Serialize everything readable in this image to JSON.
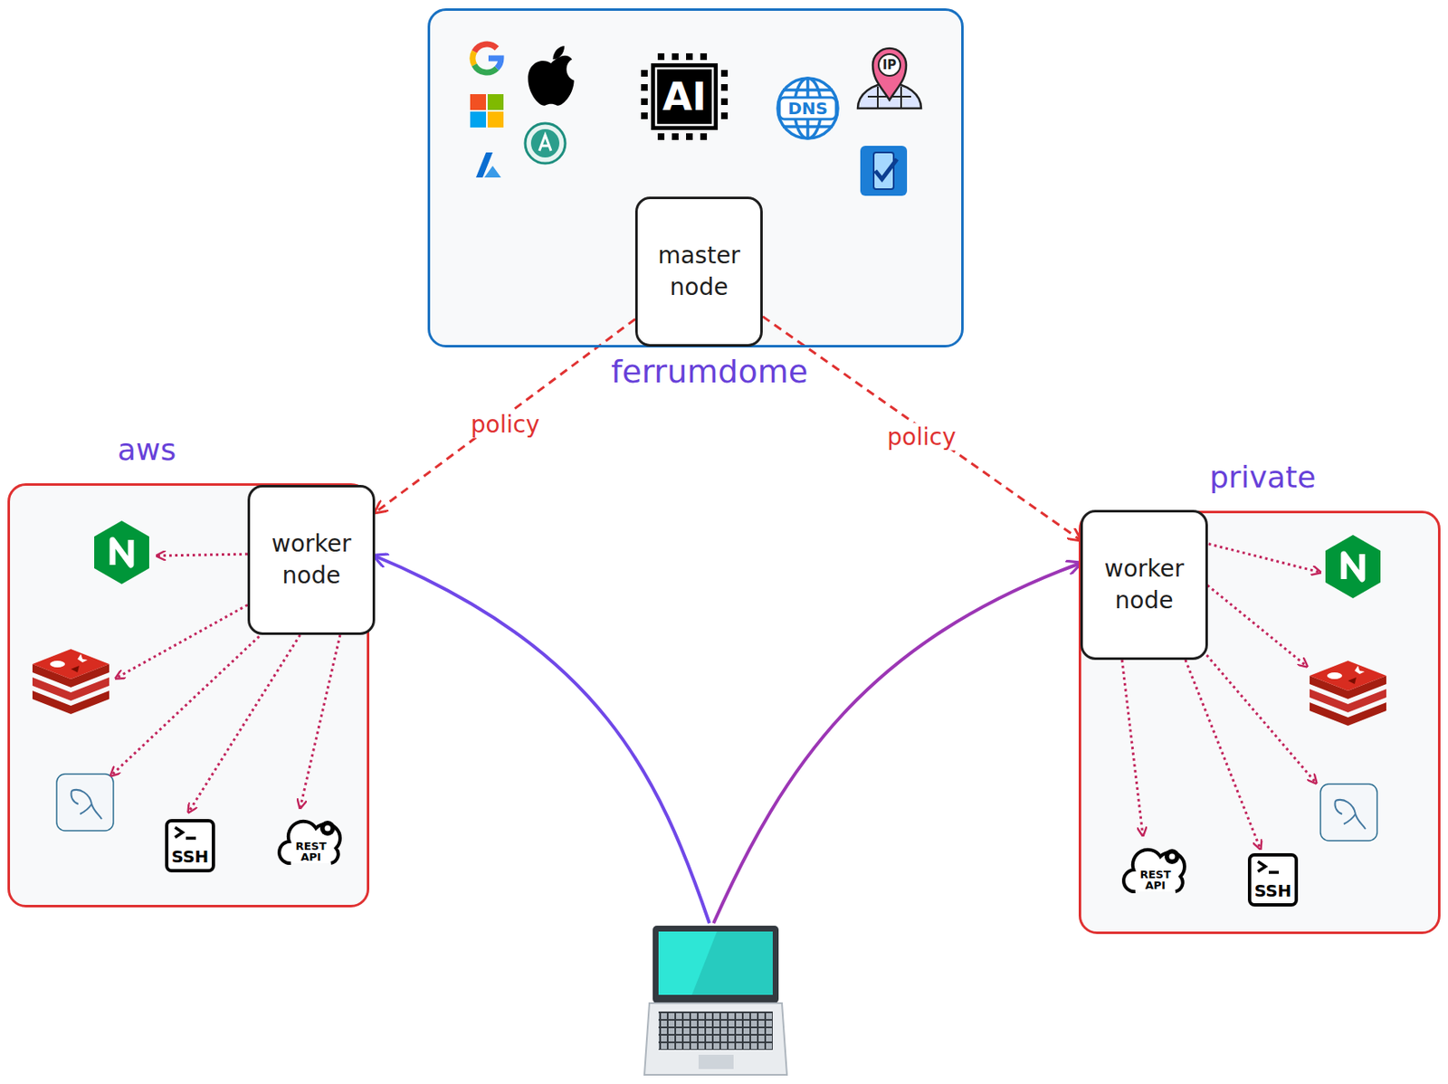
{
  "diagram": {
    "nodes": [
      {
        "text": [
          "ferrumdome"
        ]
      },
      {
        "text": [
          "master node"
        ],
        "in": 0
      },
      {
        "text": [
          "aws"
        ]
      },
      {
        "text": [
          "worker node"
        ],
        "in": 2
      },
      {
        "text": [
          "private"
        ]
      },
      {
        "text": [
          "worker node"
        ],
        "in": 4
      }
    ],
    "edges": [
      {
        "from": 1,
        "to": 3,
        "arrow": "to",
        "label": "policy"
      },
      {
        "from": 1,
        "to": 5,
        "arrow": "to",
        "label": "policy"
      }
    ],
    "labels": [
      "AI",
      "DNS",
      "IP",
      "SSH",
      "REST API",
      "SSH",
      "REST API"
    ]
  }
}
